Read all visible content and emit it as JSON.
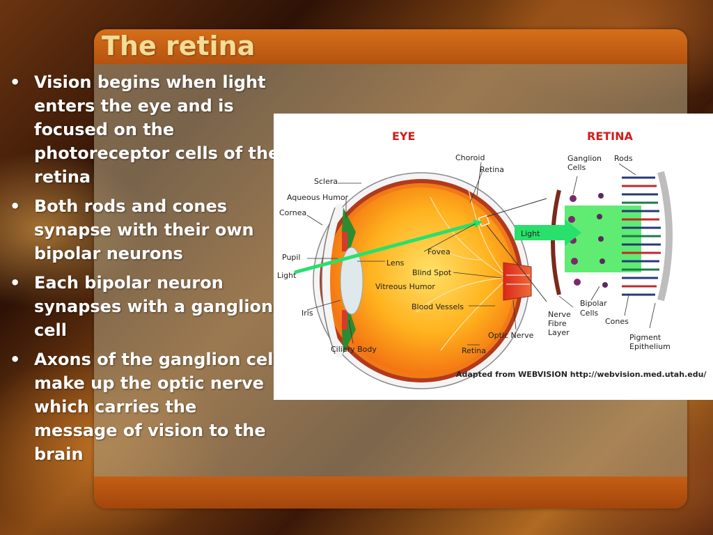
{
  "slide": {
    "title": "The retina",
    "bullets": [
      "Vision begins when light enters the eye and is focused on the photoreceptor cells of the retina",
      "Both rods and cones synapse with their own bipolar neurons",
      "Each bipolar neuron synapses with a ganglion cell",
      "Axons of the ganglion cell make up the optic nerve which carries the message of vision to the brain"
    ]
  },
  "diagram": {
    "eye_heading": "EYE",
    "retina_heading": "RETINA",
    "labels": {
      "choroid": "Choroid",
      "retina_top": "Retina",
      "sclera": "Sclera",
      "aqueous_humor": "Aqueous Humor",
      "cornea": "Cornea",
      "pupil": "Pupil",
      "light_left": "Light",
      "lens": "Lens",
      "fovea": "Fovea",
      "blind_spot": "Blind Spot",
      "vitreous_humor": "Vitreous Humor",
      "blood_vessels": "Blood Vessels",
      "iris": "Iris",
      "ciliary_body": "Ciliary Body",
      "optic_nerve": "Optic Nerve",
      "retina_bottom": "Retina",
      "ganglion_cells_1": "Ganglion",
      "ganglion_cells_2": "Cells",
      "rods": "Rods",
      "light_right": "Light",
      "nerve_fibre_1": "Nerve",
      "nerve_fibre_2": "Fibre",
      "nerve_fibre_3": "Layer",
      "bipolar_cells_1": "Bipolar",
      "bipolar_cells_2": "Cells",
      "cones": "Cones",
      "pigment_1": "Pigment",
      "pigment_2": "Epithelium"
    },
    "credit": "Adapted from  WEBVISION http://webvision.med.utah.edu/"
  }
}
